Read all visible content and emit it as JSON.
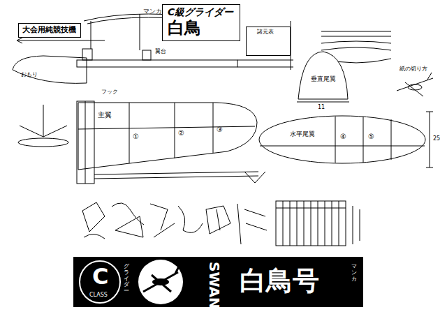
{
  "diagram": {
    "nodes": [
      {
        "text": [
          "大会用純競技機"
        ]
      },
      {
        "text": [
          "C級グライダー",
          "白鳥"
        ]
      },
      {
        "text": [
          "諸元表"
        ]
      },
      {
        "text": [
          "垂直尾翼"
        ]
      },
      {
        "text": [
          "主翼"
        ]
      },
      {
        "text": [
          "水平尾翼"
        ]
      },
      {
        "text": [
          "グライダー",
          "SWAN",
          "白鳥号",
          "マンカ"
        ]
      },
      {
        "text": [
          "C",
          "CLASS"
        ],
        "in": 6
      }
    ],
    "labels": [
      "マンカ",
      "おもり",
      "フック",
      "翼台",
      "①",
      "②",
      "③",
      "④",
      "⑤",
      "25",
      "11",
      "紙の切り方"
    ]
  }
}
